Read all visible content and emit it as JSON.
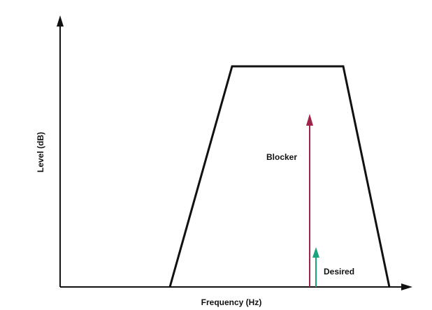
{
  "diagram": {
    "x_axis_label": "Frequency (Hz)",
    "y_axis_label": "Level (dB)",
    "blocker_label": "Blocker",
    "desired_label": "Desired"
  },
  "colors": {
    "axis": "#111111",
    "filter_outline": "#111111",
    "blocker": "#a0244a",
    "desired": "#1aa37e"
  }
}
